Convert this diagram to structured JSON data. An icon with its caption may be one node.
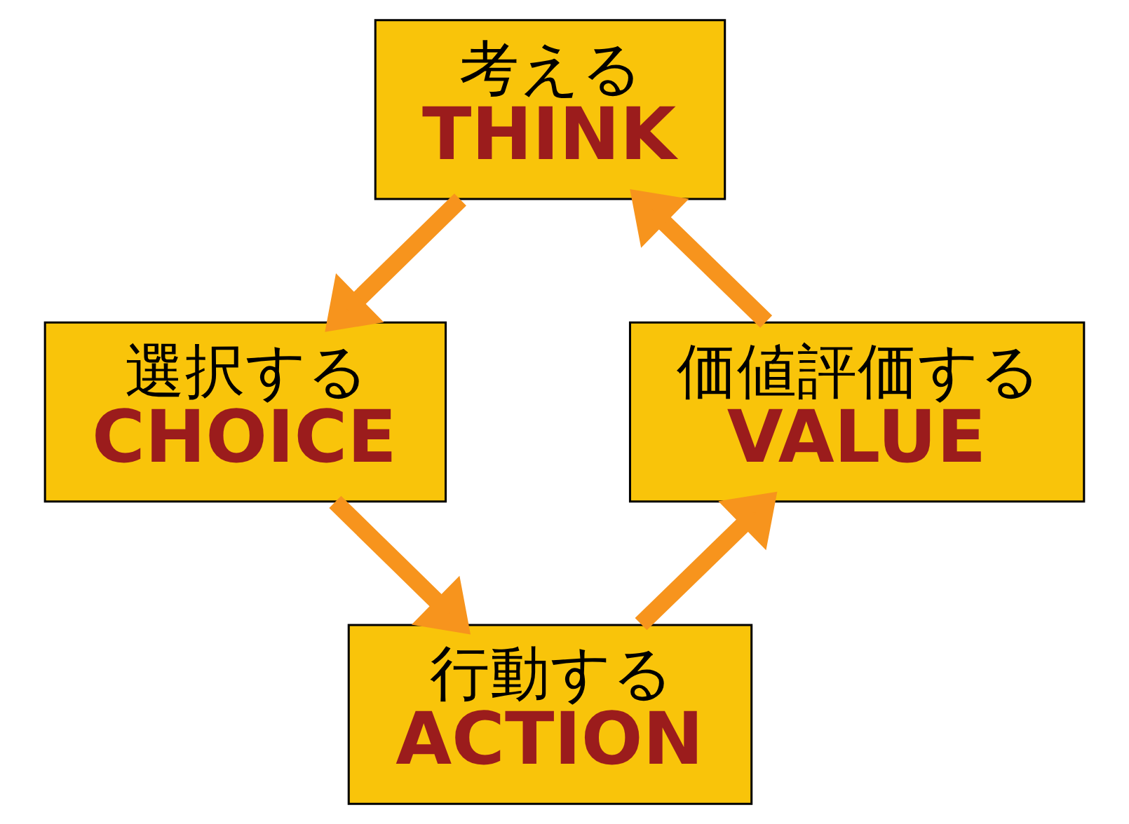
{
  "diagram": {
    "nodes": [
      {
        "text": [
          "考える",
          "THINK"
        ]
      },
      {
        "text": [
          "選択する",
          "CHOICE"
        ]
      },
      {
        "text": [
          "行動する",
          "ACTION"
        ]
      },
      {
        "text": [
          "価値評価する",
          "VALUE"
        ]
      }
    ],
    "edges": [
      {
        "from": 0,
        "to": 1,
        "arrow": "to"
      },
      {
        "from": 1,
        "to": 2,
        "arrow": "to"
      },
      {
        "from": 2,
        "to": 3,
        "arrow": "to"
      },
      {
        "from": 3,
        "to": 0,
        "arrow": "to"
      }
    ]
  }
}
